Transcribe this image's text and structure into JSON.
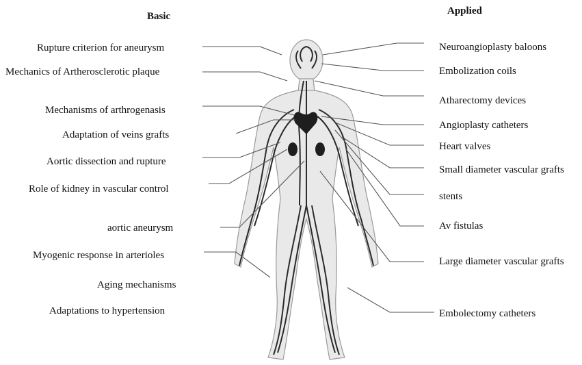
{
  "headers": {
    "basic": "Basic",
    "applied": "Applied"
  },
  "basic_labels": [
    "Rupture criterion for aneurysm",
    "Mechanics of Artherosclerotic plaque",
    "Mechanisms of arthrogenasis",
    "Adaptation of veins grafts",
    "Aortic dissection and rupture",
    "Role of kidney in vascular control",
    "aortic aneurysm",
    "Myogenic response in arterioles",
    "Aging mechanisms",
    "Adaptations to hypertension"
  ],
  "applied_labels": [
    "Neuroangioplasty baloons",
    "Embolization coils",
    "Atharectomy devices",
    "Angioplasty catheters",
    "Heart valves",
    "Small diameter vascular grafts",
    "stents",
    "Av fistulas",
    "Large diameter vascular grafts",
    "Embolectomy catheters"
  ],
  "colors": {
    "line": "#555555",
    "body_fill": "#e9e9e9",
    "body_stroke": "#9a9a9a",
    "vessel": "#2a2a2a",
    "organ": "#1e1e1e"
  }
}
